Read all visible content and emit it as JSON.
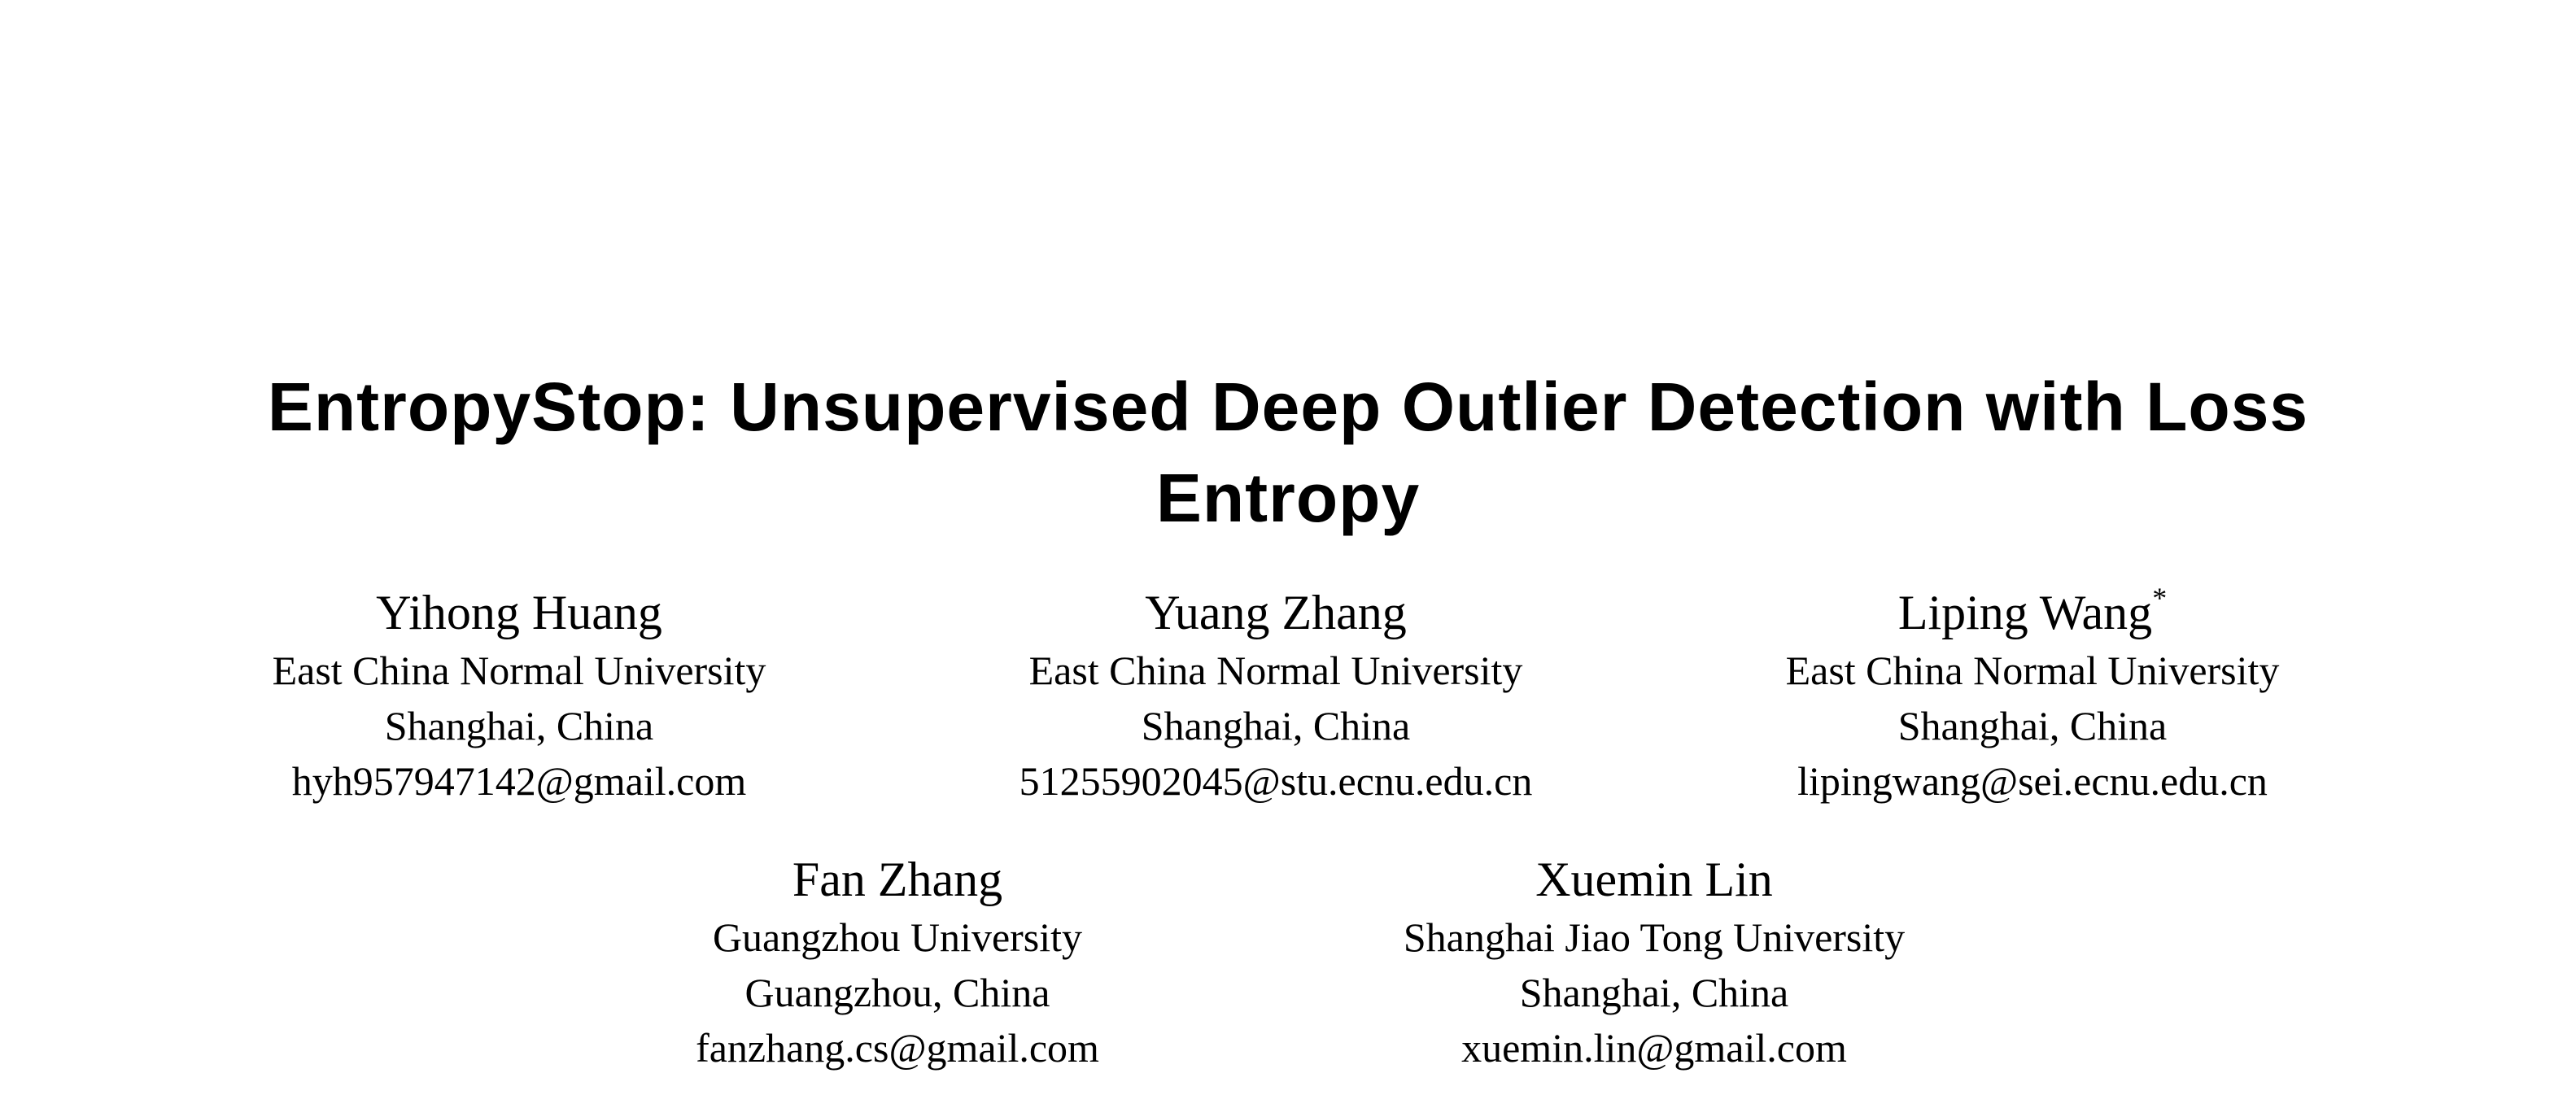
{
  "paper": {
    "title": {
      "line1": "EntropyStop: Unsupervised Deep Outlier Detection with Loss",
      "line2": "Entropy"
    },
    "authors": [
      {
        "name": "Yihong Huang",
        "mark": "",
        "affiliation": "East China Normal University",
        "city": "Shanghai, China",
        "email": "hyh957947142@gmail.com"
      },
      {
        "name": "Yuang Zhang",
        "mark": "",
        "affiliation": "East China Normal University",
        "city": "Shanghai, China",
        "email": "51255902045@stu.ecnu.edu.cn"
      },
      {
        "name": "Liping Wang",
        "mark": "*",
        "affiliation": "East China Normal University",
        "city": "Shanghai, China",
        "email": "lipingwang@sei.ecnu.edu.cn"
      },
      {
        "name": "Fan Zhang",
        "mark": "",
        "affiliation": "Guangzhou University",
        "city": "Guangzhou, China",
        "email": "fanzhang.cs@gmail.com"
      },
      {
        "name": "Xuemin Lin",
        "mark": "",
        "affiliation": "Shanghai Jiao Tong University",
        "city": "Shanghai, China",
        "email": "xuemin.lin@gmail.com"
      }
    ]
  }
}
